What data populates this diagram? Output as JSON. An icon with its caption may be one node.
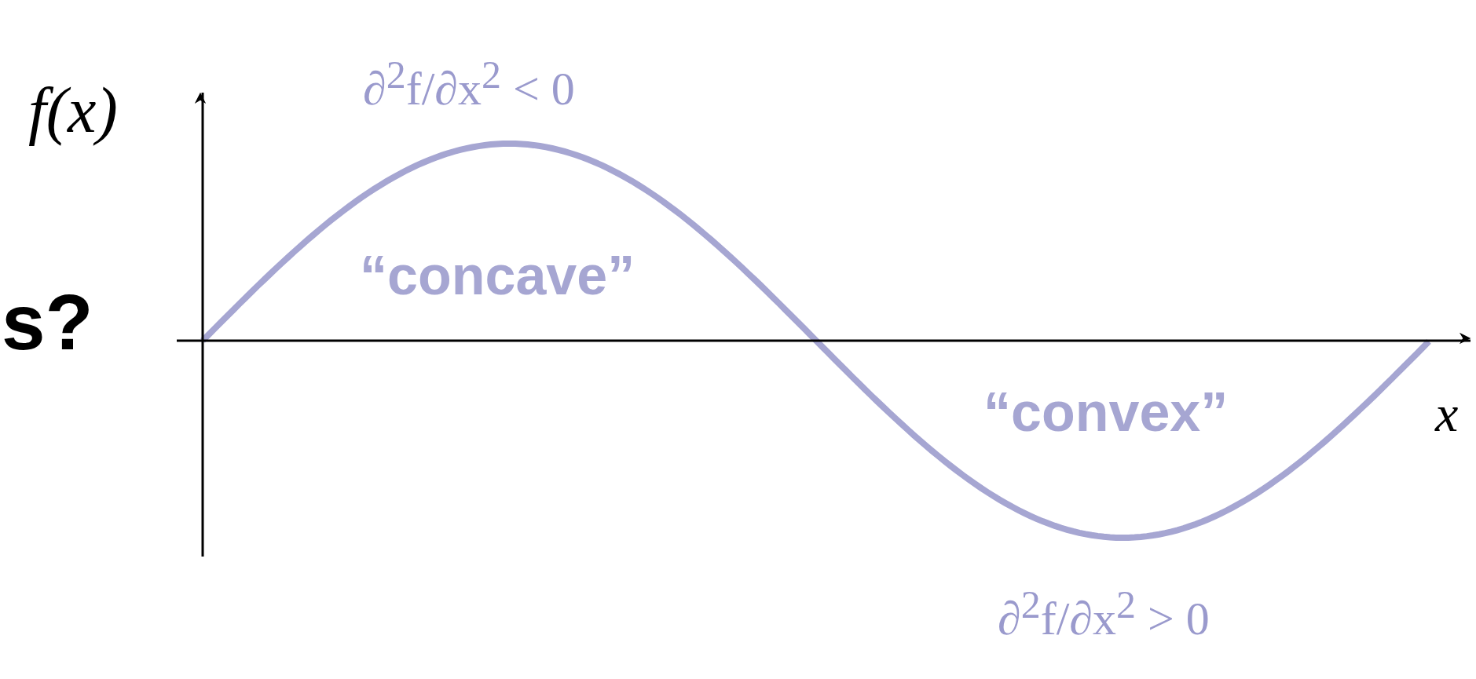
{
  "diagram": {
    "labels": [
      "f(x)",
      "∂$^{2}$f/∂x$^{2}$ < 0",
      "s?",
      "“concave”",
      "x",
      "“convex”",
      "∂$^{2}$f/∂x$^{2}$ > 0"
    ]
  }
}
